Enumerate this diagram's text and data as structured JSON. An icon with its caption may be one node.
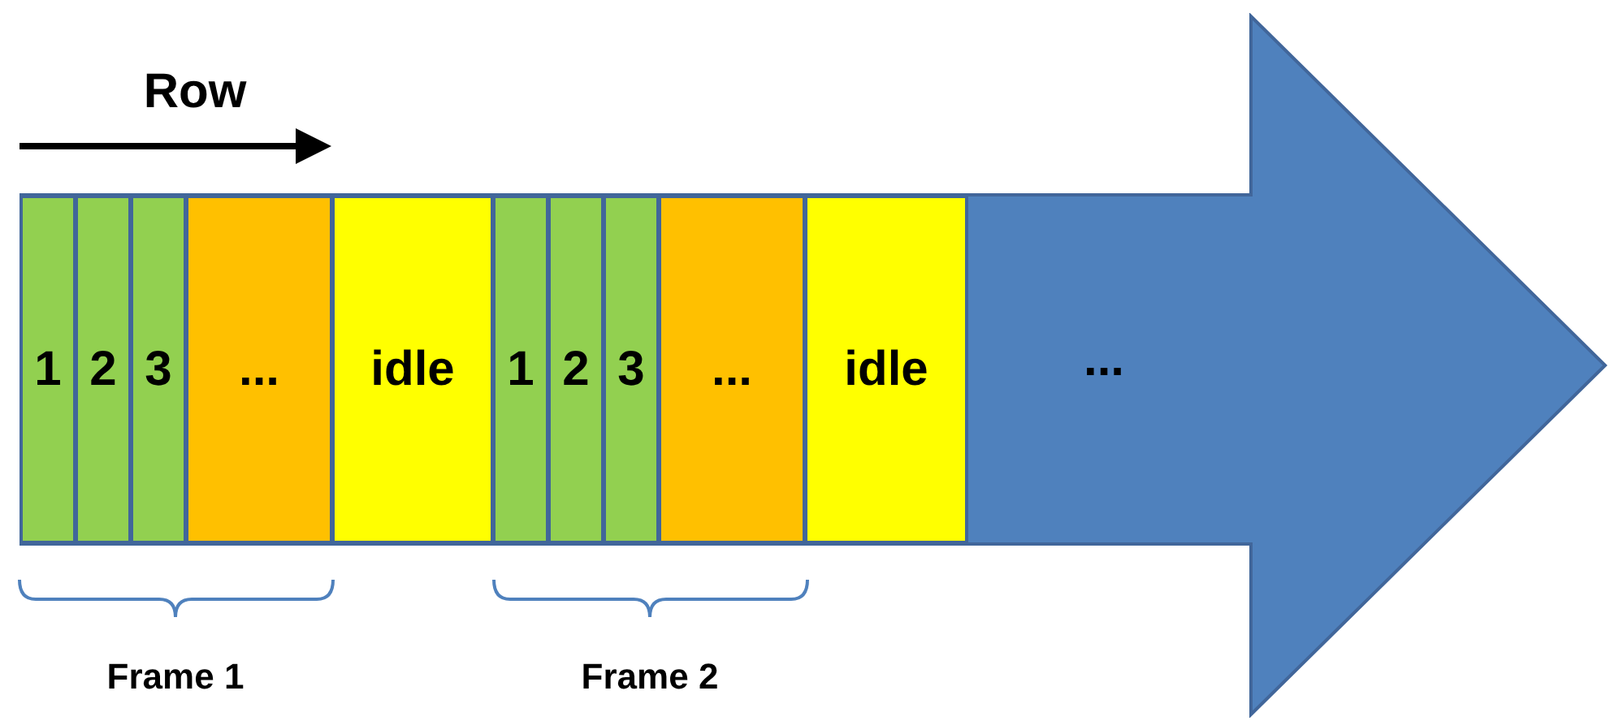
{
  "diagram": {
    "nodes": [
      {
        "text": [
          "..."
        ]
      },
      {
        "text": [
          "1"
        ],
        "in": 0
      },
      {
        "text": [
          "2"
        ],
        "in": 0
      },
      {
        "text": [
          "3"
        ],
        "in": 0
      },
      {
        "text": [
          "..."
        ],
        "in": 0
      },
      {
        "text": [
          "idle"
        ],
        "in": 0
      },
      {
        "text": [
          "1"
        ],
        "in": 0
      },
      {
        "text": [
          "2"
        ],
        "in": 0
      },
      {
        "text": [
          "3"
        ],
        "in": 0
      },
      {
        "text": [
          "..."
        ],
        "in": 0
      },
      {
        "text": [
          "idle"
        ],
        "in": 0
      }
    ],
    "edges": [],
    "labels": [
      "Row",
      "Frame 1",
      "Frame 2"
    ]
  }
}
